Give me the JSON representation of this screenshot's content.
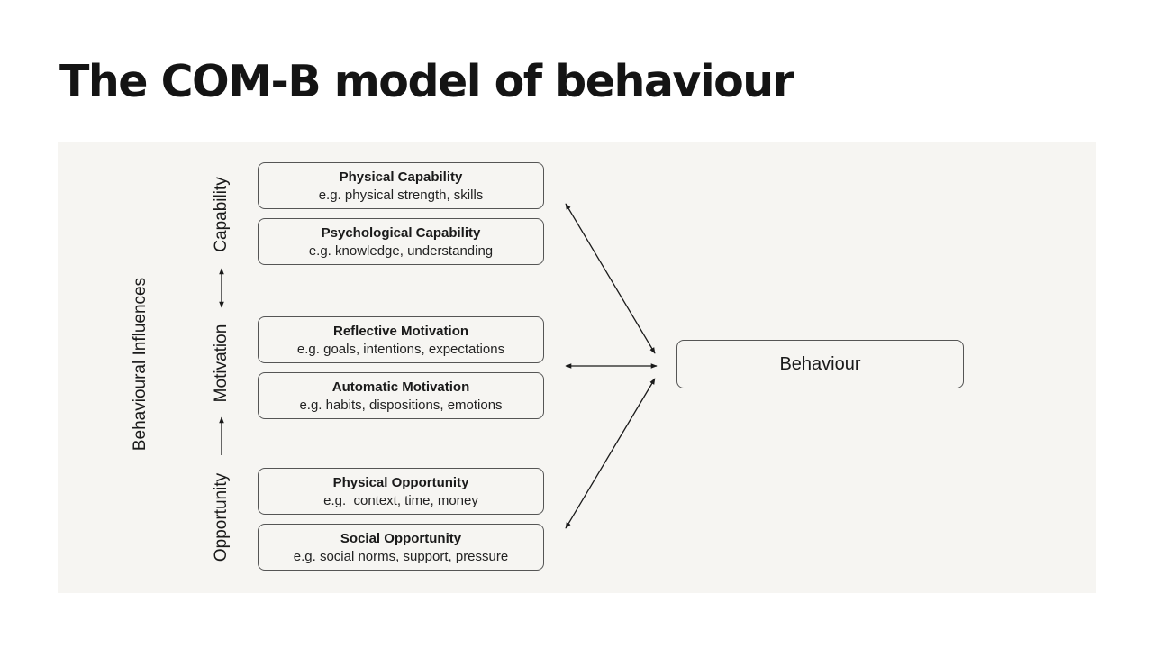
{
  "title": "The COM-B model of behaviour",
  "side_label": "Behavioural Influences",
  "components": {
    "capability": "Capability",
    "motivation": "Motivation",
    "opportunity": "Opportunity"
  },
  "boxes": [
    {
      "title": "Physical Capability",
      "desc": "e.g. physical strength, skills"
    },
    {
      "title": "Psychological Capability",
      "desc": "e.g. knowledge, understanding"
    },
    {
      "title": "Reflective Motivation",
      "desc": "e.g. goals, intentions, expectations"
    },
    {
      "title": "Automatic Motivation",
      "desc": "e.g. habits, dispositions, emotions"
    },
    {
      "title": "Physical Opportunity",
      "desc": "e.g.  context, time, money"
    },
    {
      "title": "Social Opportunity",
      "desc": "e.g. social norms, support, pressure"
    }
  ],
  "behaviour": "Behaviour",
  "colors": {
    "panel_background": "#f6f5f2",
    "line": "#1a1a1a",
    "border": "#555555"
  }
}
